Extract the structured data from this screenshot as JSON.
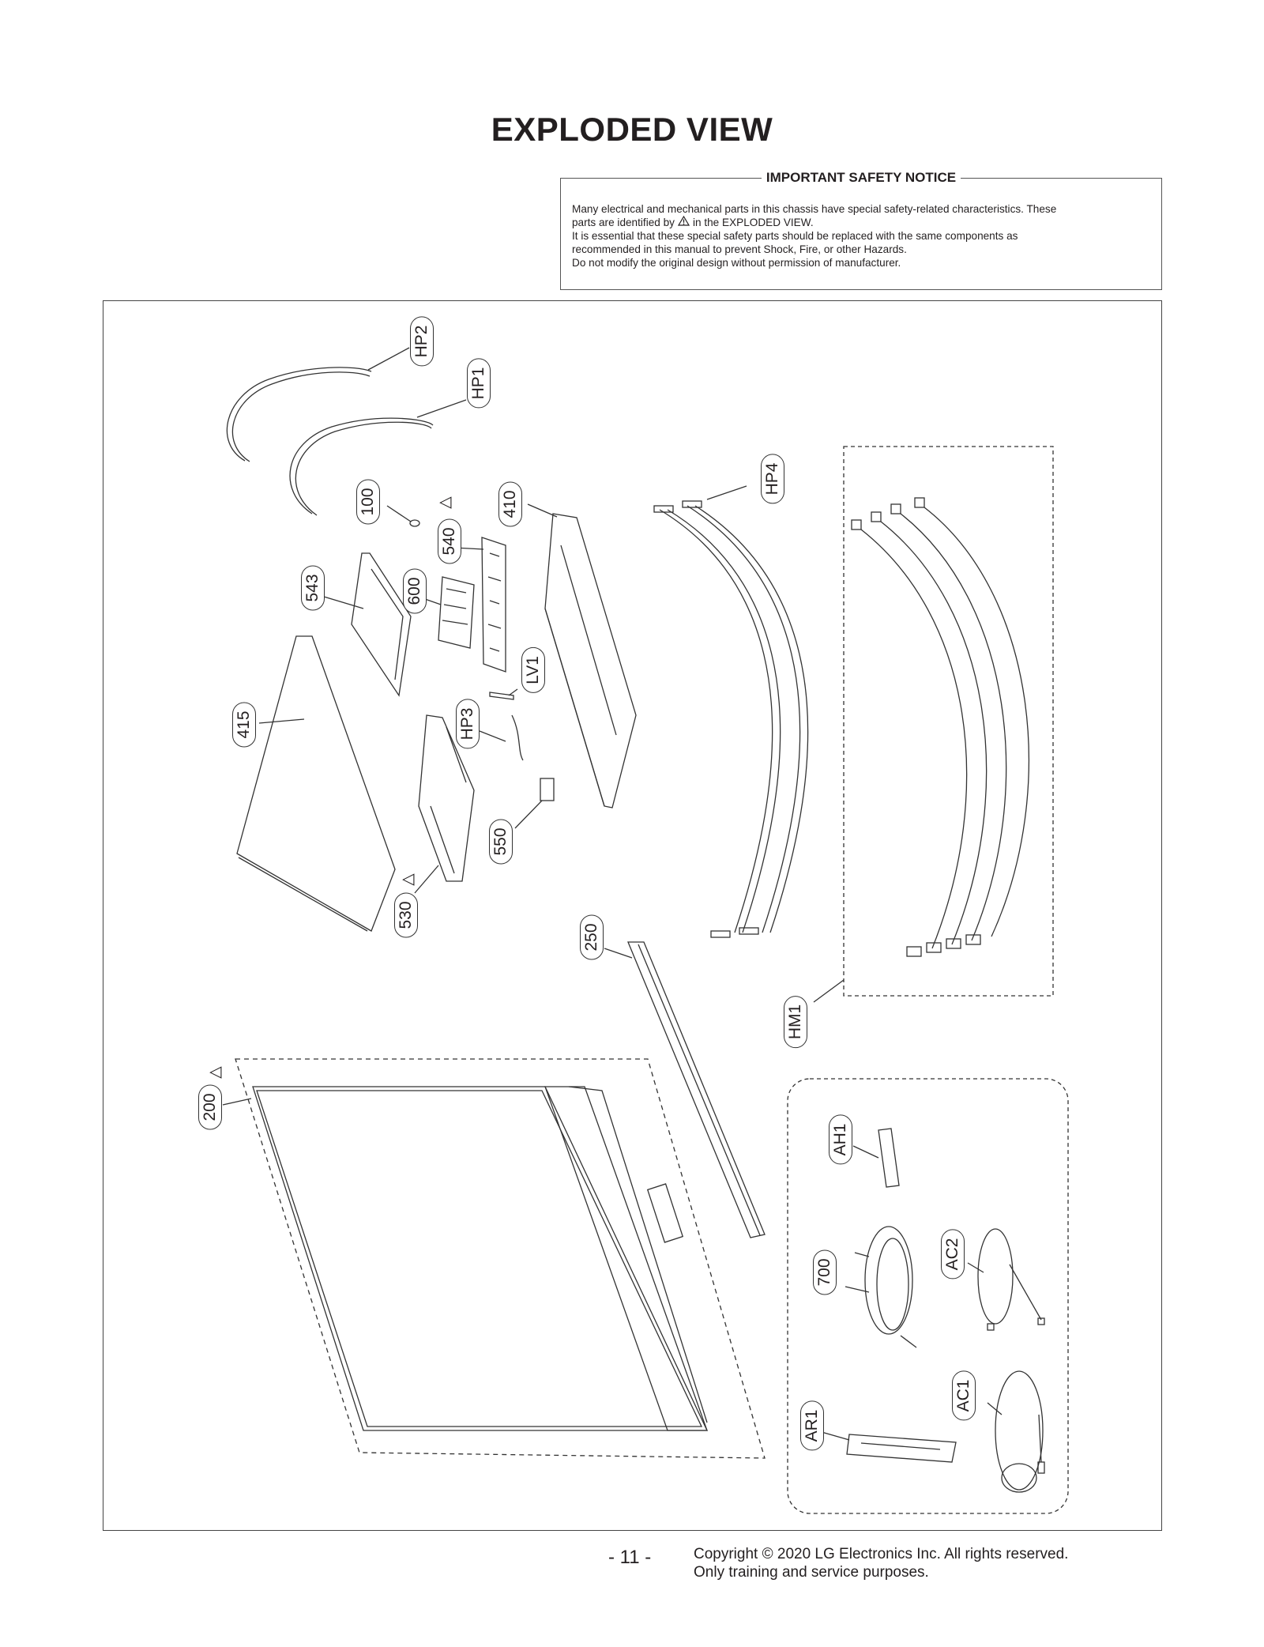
{
  "title": "EXPLODED VIEW",
  "notice": {
    "heading": "IMPORTANT SAFETY NOTICE",
    "line1": "Many electrical and mechanical parts in this chassis have special safety-related characteristics. These",
    "line2_a": "parts are identified by",
    "line2_b": "in the EXPLODED VIEW.",
    "line3": "It is essential that these special safety parts should be replaced with the same components as",
    "line4": "recommended in this manual to prevent Shock, Fire, or other Hazards.",
    "line5": "Do not modify the original design without permission of manufacturer.",
    "warning_icon": "warning-triangle-icon"
  },
  "callouts": {
    "hp2": "HP2",
    "hp1": "HP1",
    "c100": "100",
    "c540": "540",
    "c410": "410",
    "hp4": "HP4",
    "c543": "543",
    "c600": "600",
    "lv1": "LV1",
    "c415": "415",
    "hp3": "HP3",
    "c550": "550",
    "c530": "530",
    "c250": "250",
    "hm1": "HM1",
    "c200": "200",
    "ah1": "AH1",
    "c700": "700",
    "ac2": "AC2",
    "ac1": "AC1",
    "ar1": "AR1"
  },
  "safety_symbol": "△",
  "footer": {
    "page": "- 11 -",
    "copyright": "Copyright © 2020 LG Electronics Inc. All rights reserved.",
    "purpose": "Only training and service purposes."
  }
}
